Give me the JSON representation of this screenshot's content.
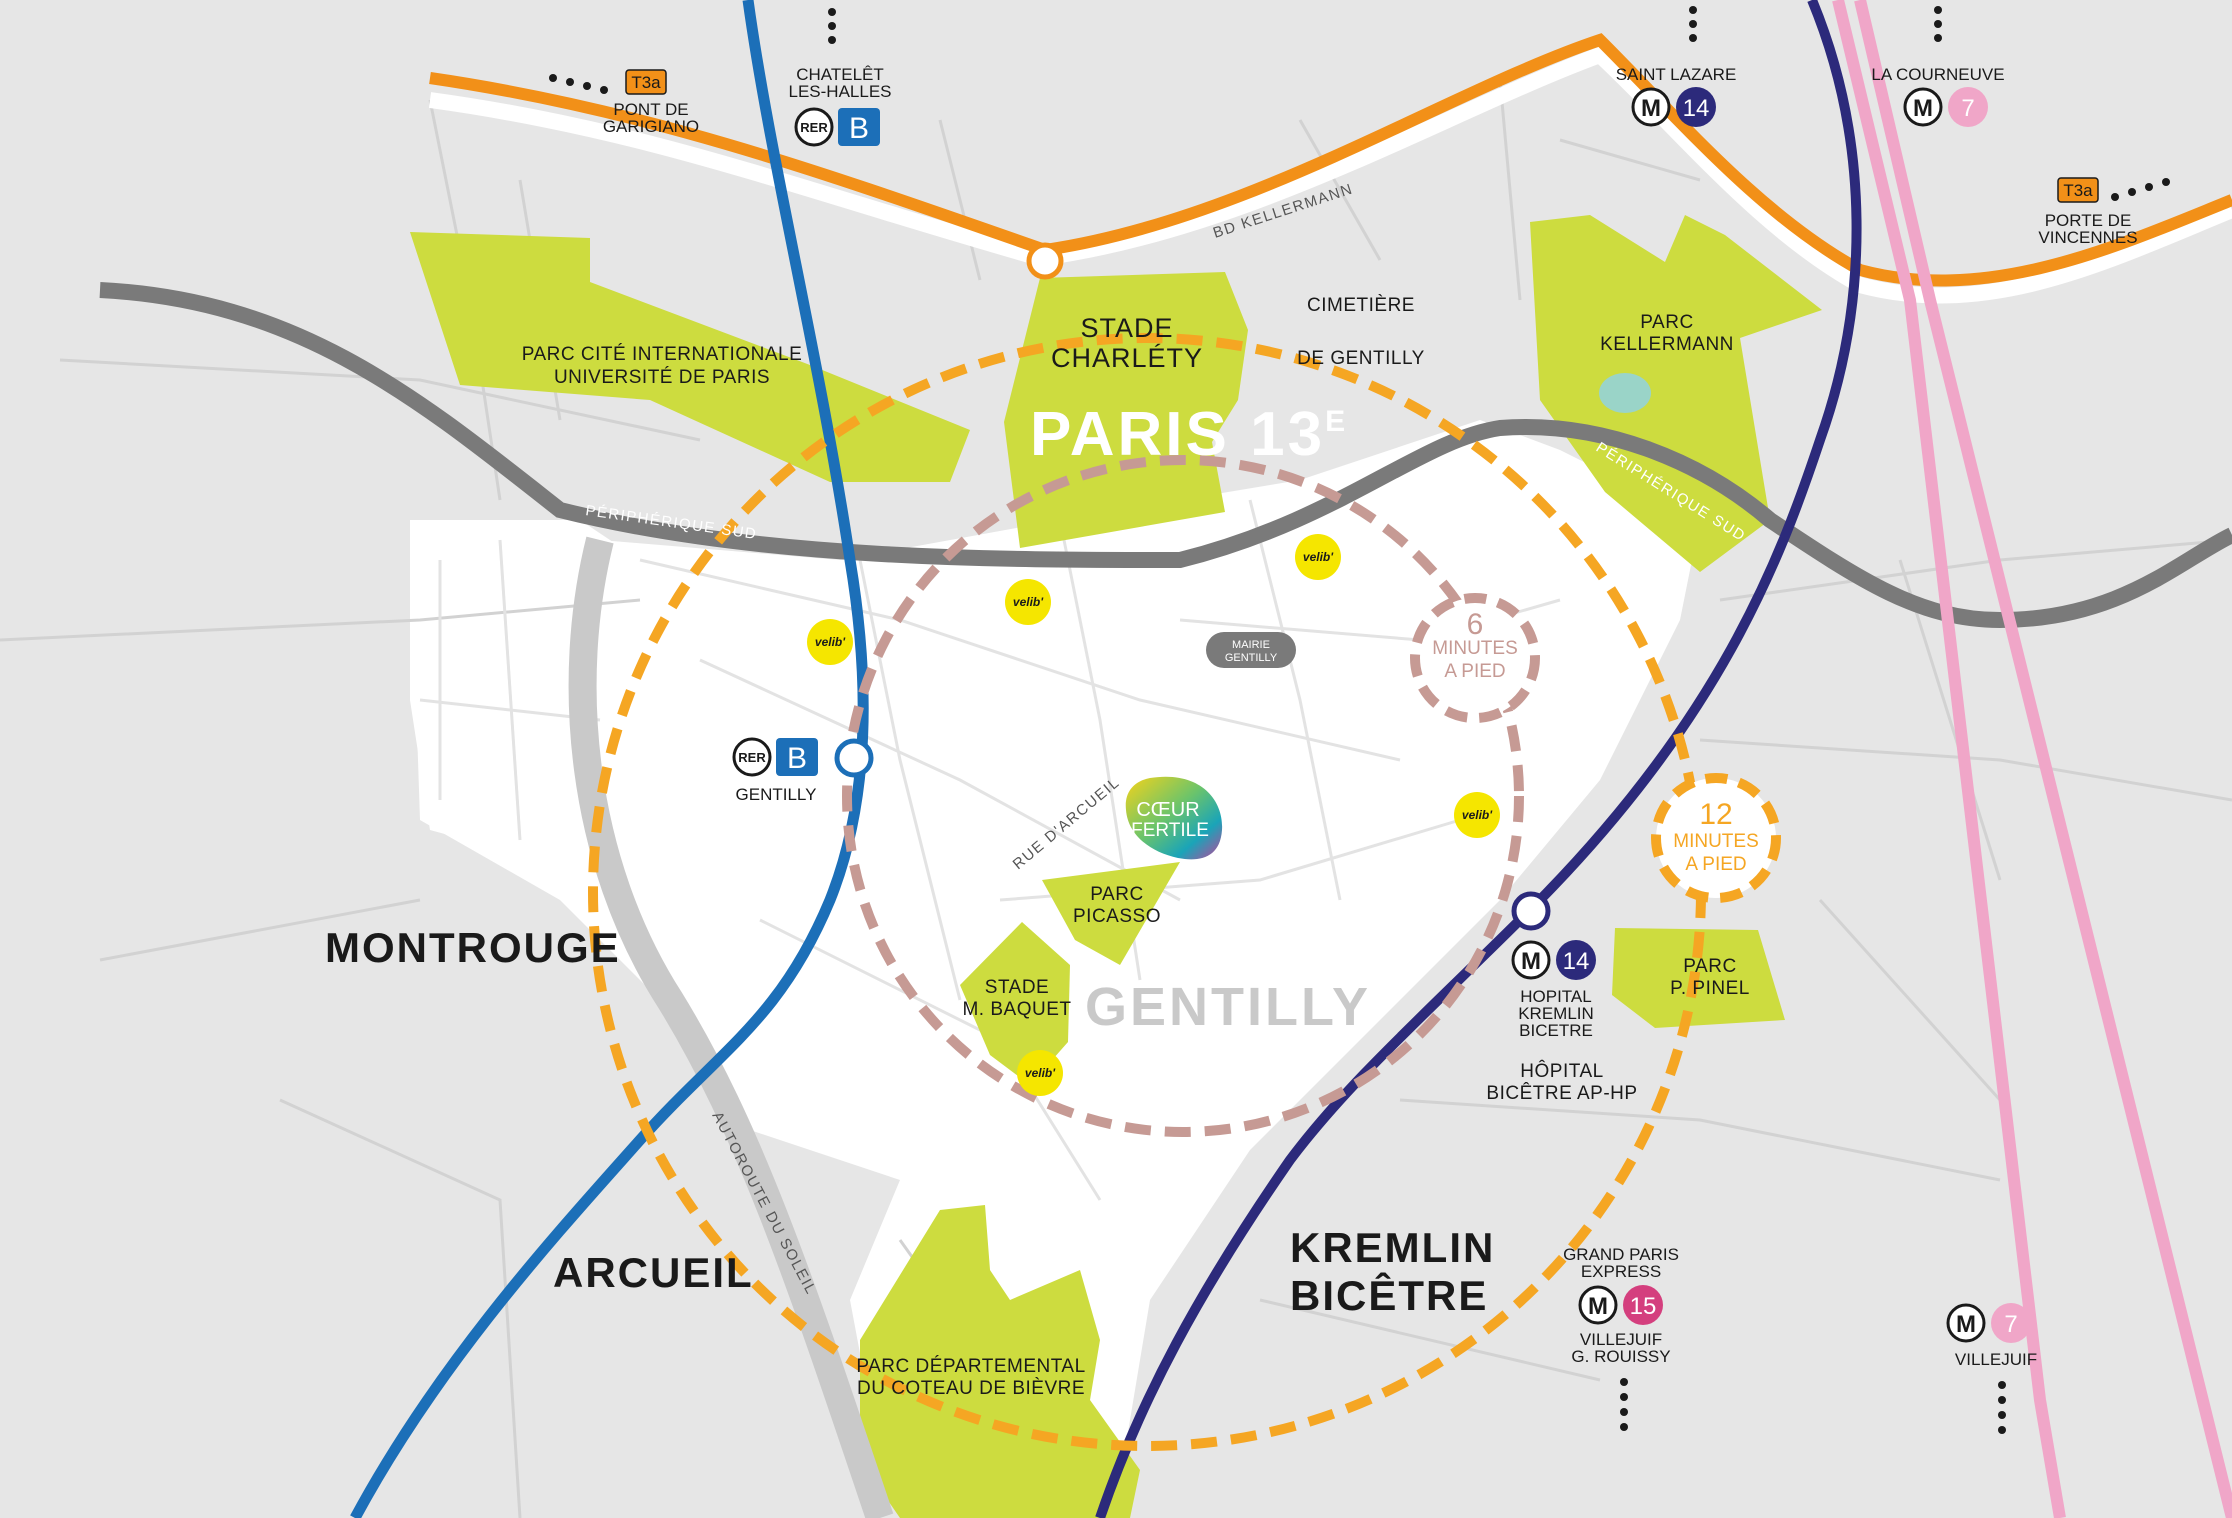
{
  "colors": {
    "background": "#e6e6e6",
    "park": "#cddc3f",
    "rer_b": "#1c6fb8",
    "metro_14": "#2c2a7b",
    "metro_7": "#f0a6c8",
    "metro_15": "#d43f7e",
    "tram_t3a": "#f29018",
    "peripherique": "#7a7a7a",
    "walk_12": "#f5a623",
    "walk_6": "#c69a94",
    "velib": "#f5e600"
  },
  "cities": {
    "montrouge": "MONTROUGE",
    "arcueil": "ARCUEIL",
    "kremlin_1": "KREMLIN",
    "kremlin_2": "BICÊTRE",
    "gentilly": "GENTILLY",
    "paris": "PARIS 13",
    "paris_sup": "E"
  },
  "parks": {
    "cite_1": "PARC CITÉ INTERNATIONALE",
    "cite_2": "UNIVERSITÉ DE PARIS",
    "charlety_1": "STADE",
    "charlety_2": "CHARLÉTY",
    "kellermann_1": "PARC",
    "kellermann_2": "KELLERMANN",
    "picasso_1": "PARC",
    "picasso_2": "PICASSO",
    "baquet_1": "STADE",
    "baquet_2": "M. BAQUET",
    "pinel_1": "PARC",
    "pinel_2": "P. PINEL",
    "coteau_1": "PARC DÉPARTEMENTAL",
    "coteau_2": "DU COTEAU DE BIÈVRE"
  },
  "places": {
    "cimetiere_1": "CIMETIÈRE",
    "cimetiere_2": "DE GENTILLY",
    "mairie_1": "MAIRIE",
    "mairie_2": "GENTILLY",
    "hopital_1": "HÔPITAL",
    "hopital_2": "BICÊTRE AP-HP"
  },
  "roads": {
    "bd_kellermann": "BD KELLERMANN",
    "peri_sud_w": "PÉRIPHÉRIQUE SUD",
    "peri_sud_e": "PÉRIPHÉRIQUE SUD",
    "rue_arcueil": "RUE D'ARCUEIL",
    "autoroute": "AUTOROUTE DU SOLEIL"
  },
  "stations": {
    "rer_badge": "RER",
    "rer_line": "B",
    "metro_badge": "M",
    "tram_badge": "T3a",
    "line_14": "14",
    "line_7": "7",
    "line_15": "15",
    "pont_garigliano_1": "PONT DE",
    "pont_garigliano_2": "GARIGIANO",
    "chatelet_1": "CHATELÊT",
    "chatelet_2": "LES-HALLES",
    "saint_lazare": "SAINT LAZARE",
    "la_courneuve": "LA COURNEUVE",
    "porte_vincennes_1": "PORTE DE",
    "porte_vincennes_2": "VINCENNES",
    "gentilly": "GENTILLY",
    "hopital_kb_1": "HOPITAL",
    "hopital_kb_2": "KREMLIN",
    "hopital_kb_3": "BICETRE",
    "gpe_1": "GRAND PARIS",
    "gpe_2": "EXPRESS",
    "villejuif_gr_1": "VILLEJUIF",
    "villejuif_gr_2": "G. ROUISSY",
    "villejuif": "VILLEJUIF"
  },
  "walk": {
    "six_num": "6",
    "six_1": "MINUTES",
    "six_2": "A PIED",
    "twelve_num": "12",
    "twelve_1": "MINUTES",
    "twelve_2": "A PIED"
  },
  "velib_label": "velib'",
  "project": {
    "line_1": "CŒUR",
    "line_2": "FERTILE"
  }
}
